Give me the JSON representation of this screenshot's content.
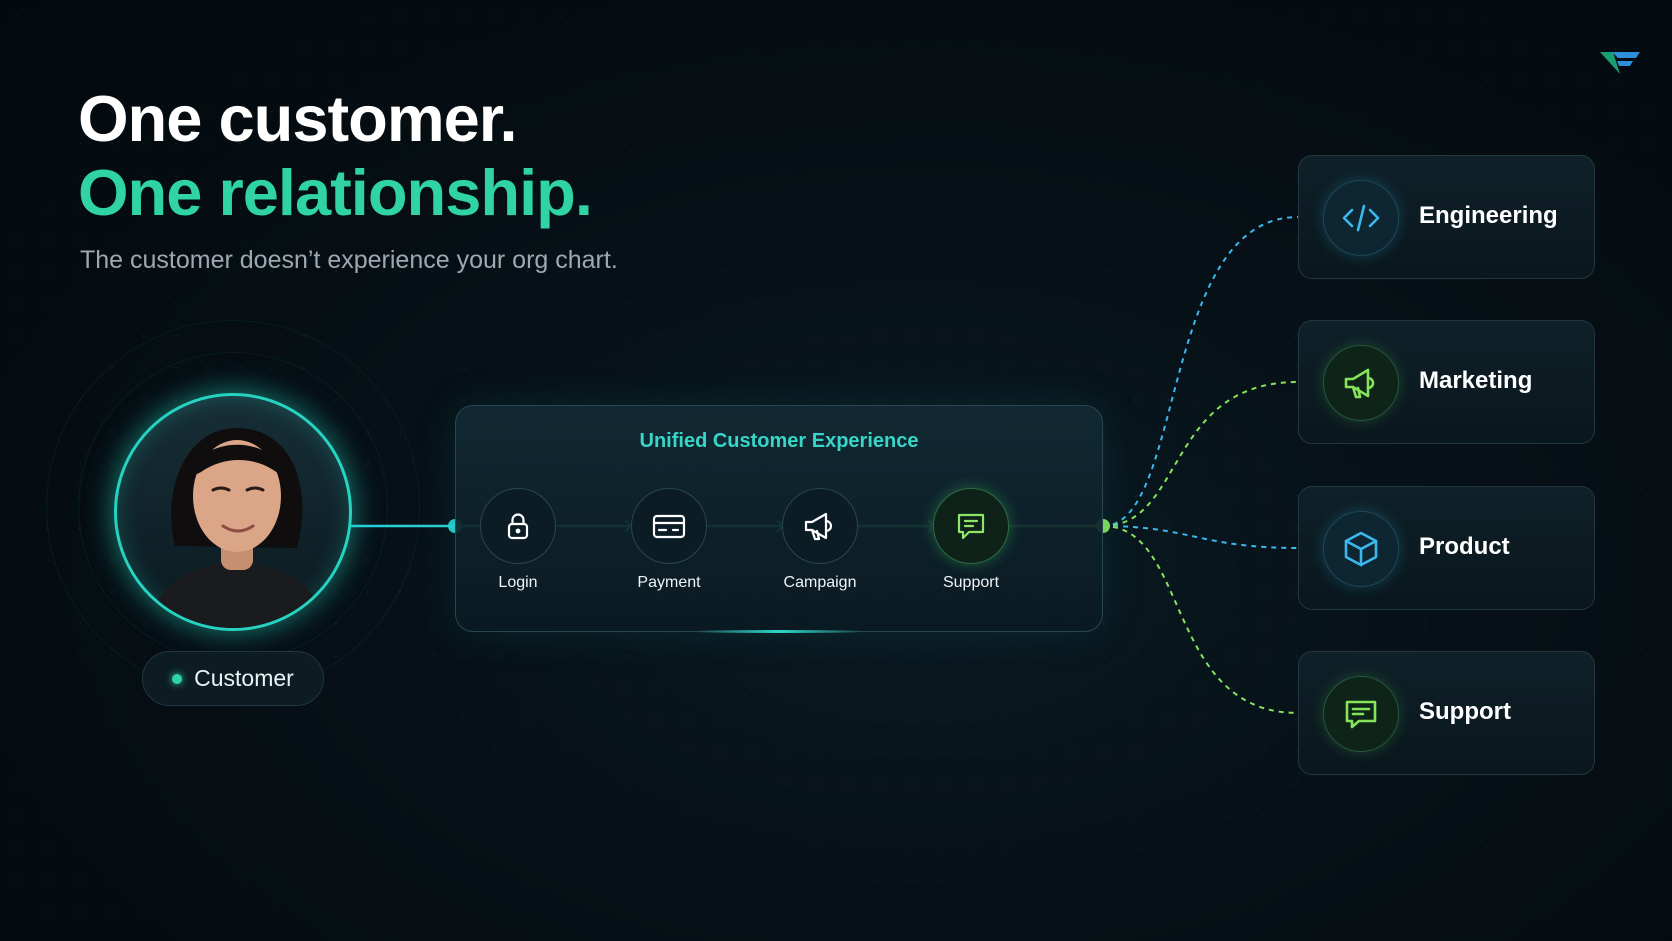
{
  "headline": {
    "line1": "One customer.",
    "line2": "One relationship."
  },
  "subtitle": "The customer doesn’t experience your org chart.",
  "customer": {
    "label": "Customer",
    "avatar_icon": "customer-portrait"
  },
  "experience": {
    "title": "Unified Customer Experience",
    "steps": [
      {
        "label": "Login",
        "icon": "lock-icon"
      },
      {
        "label": "Payment",
        "icon": "credit-card-icon"
      },
      {
        "label": "Campaign",
        "icon": "megaphone-icon"
      },
      {
        "label": "Support",
        "icon": "chat-bubble-icon"
      }
    ]
  },
  "departments": [
    {
      "label": "Engineering",
      "icon": "code-icon",
      "color": "#3ab8ef"
    },
    {
      "label": "Marketing",
      "icon": "megaphone-icon",
      "color": "#86e35a"
    },
    {
      "label": "Product",
      "icon": "cube-icon",
      "color": "#3ab8ef"
    },
    {
      "label": "Support",
      "icon": "chat-bubble-icon",
      "color": "#86e35a"
    }
  ],
  "colors": {
    "background": "#050c11",
    "accent_teal": "#2fd3a4",
    "accent_cyan": "#37d6c8",
    "accent_blue": "#3ab8ef",
    "accent_green": "#86e35a"
  }
}
